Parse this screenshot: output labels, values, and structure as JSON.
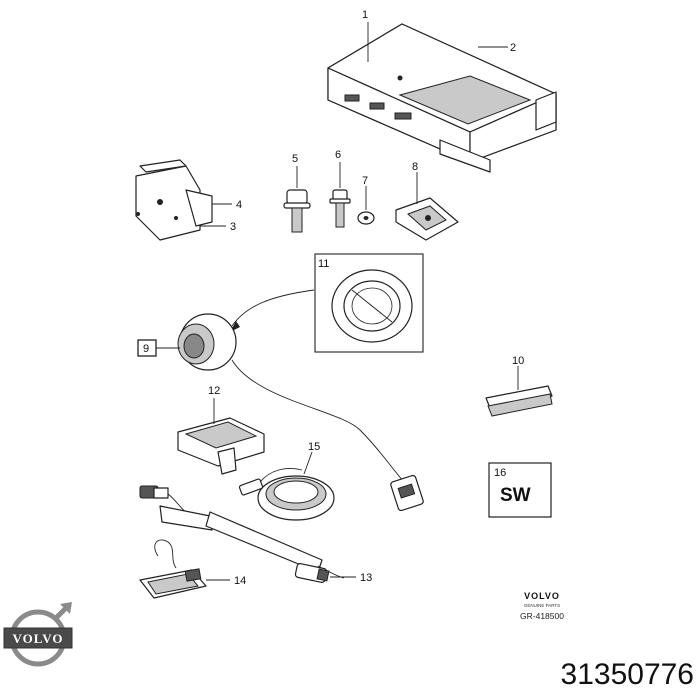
{
  "callouts": [
    "1",
    "2",
    "3",
    "4",
    "5",
    "6",
    "7",
    "8",
    "9",
    "10",
    "11",
    "12",
    "13",
    "14",
    "15",
    "16"
  ],
  "sw_box": {
    "text": "SW"
  },
  "brand_block": {
    "brand": "VOLVO",
    "tagline": "GENUINE PARTS",
    "diagram_code": "GR-418500"
  },
  "logo": {
    "text": "VOLVO"
  },
  "part_number": "31350776"
}
